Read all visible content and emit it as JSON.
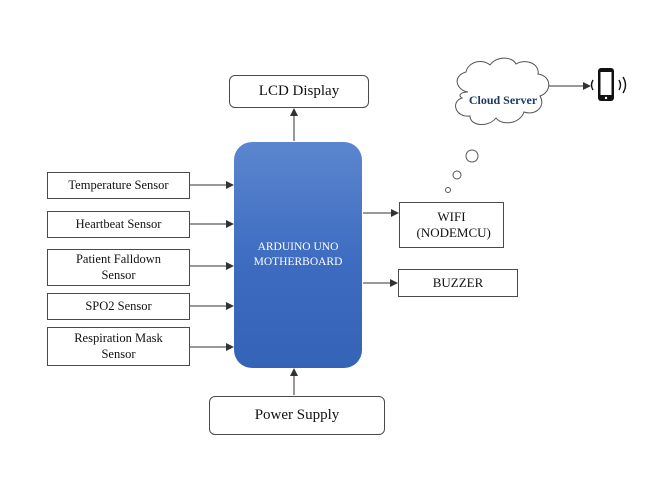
{
  "diagram": {
    "sensors": [
      {
        "label": "Temperature Sensor"
      },
      {
        "label": "Heartbeat Sensor"
      },
      {
        "label": "Patient Falldown Sensor"
      },
      {
        "label": "SPO2 Sensor"
      },
      {
        "label": "Respiration Mask Sensor"
      }
    ],
    "controller": {
      "label": "ARDUINO UNO MOTHERBOARD"
    },
    "lcd": {
      "label": "LCD Display"
    },
    "power": {
      "label": "Power Supply"
    },
    "wifi": {
      "label": "WIFI (NODEMCU)"
    },
    "buzzer": {
      "label": "BUZZER"
    },
    "cloud": {
      "label": "Cloud Server"
    },
    "phone": {
      "icon": "smartphone-icon"
    },
    "colors": {
      "controller": "#4472c4",
      "cloud_text": "#1f3864",
      "border": "#4a4a4a"
    }
  }
}
